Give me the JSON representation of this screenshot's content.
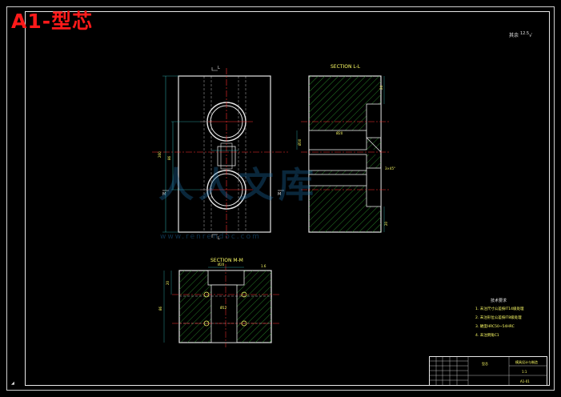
{
  "drawing": {
    "title": "A1-型芯",
    "roughness_symbol": "其余",
    "roughness_value": "12.5",
    "section_ll_label": "SECTION L-L",
    "section_mm_label": "SECTION M-M",
    "watermark": "www.renrendoc.com",
    "tech_requirements": {
      "title": "技术要求",
      "items": [
        "1. 未注尺寸公差按IT14级处理",
        "2. 未注形位公差按IT8级处理",
        "3. 硬度HRC50~54HRC",
        "4. 未注倒角C1"
      ]
    },
    "title_block": {
      "part_name": "型芯",
      "project": "模具设计与制造",
      "scale": "1:1",
      "drawing_no": "A1-01"
    }
  },
  "colors": {
    "background": "#000000",
    "outline": "#e6e6e6",
    "title_red": "#ff1a1a",
    "centerline": "#ff3030",
    "hatch": "#33aa33",
    "dimension": "#33bbbb",
    "text_yellow": "#ffff66"
  }
}
